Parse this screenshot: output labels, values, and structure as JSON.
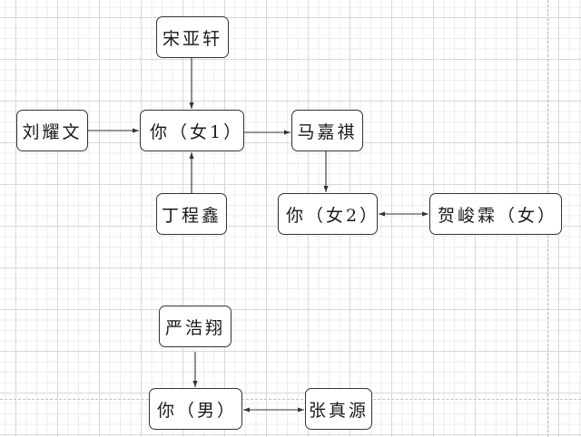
{
  "diagram": {
    "type": "relationship-flowchart",
    "nodes": [
      {
        "id": "songyaxuan",
        "label": "宋亚轩"
      },
      {
        "id": "liuyaowen",
        "label": "刘耀文"
      },
      {
        "id": "you_f1",
        "label": "你（女1）"
      },
      {
        "id": "majiaqi",
        "label": "马嘉祺"
      },
      {
        "id": "dingchengxin",
        "label": "丁程鑫"
      },
      {
        "id": "you_f2",
        "label": "你（女2）"
      },
      {
        "id": "hejunlin",
        "label": "贺峻霖（女）"
      },
      {
        "id": "yanhaoxiang",
        "label": "严浩翔"
      },
      {
        "id": "you_m",
        "label": "你（男）"
      },
      {
        "id": "zhangzhenyuan",
        "label": "张真源"
      }
    ],
    "edges": [
      {
        "from": "songyaxuan",
        "to": "you_f1",
        "direction": "forward"
      },
      {
        "from": "liuyaowen",
        "to": "you_f1",
        "direction": "forward"
      },
      {
        "from": "dingchengxin",
        "to": "you_f1",
        "direction": "forward"
      },
      {
        "from": "you_f1",
        "to": "majiaqi",
        "direction": "forward"
      },
      {
        "from": "majiaqi",
        "to": "you_f2",
        "direction": "forward"
      },
      {
        "from": "you_f2",
        "to": "hejunlin",
        "direction": "both"
      },
      {
        "from": "yanhaoxiang",
        "to": "you_m",
        "direction": "forward"
      },
      {
        "from": "you_m",
        "to": "zhangzhenyuan",
        "direction": "both"
      }
    ]
  },
  "colors": {
    "node_border": "#333333",
    "edge": "#333333",
    "grid_major": "#d8d8d8",
    "grid_minor": "#ececec",
    "page_break": "#b8b8b8"
  }
}
